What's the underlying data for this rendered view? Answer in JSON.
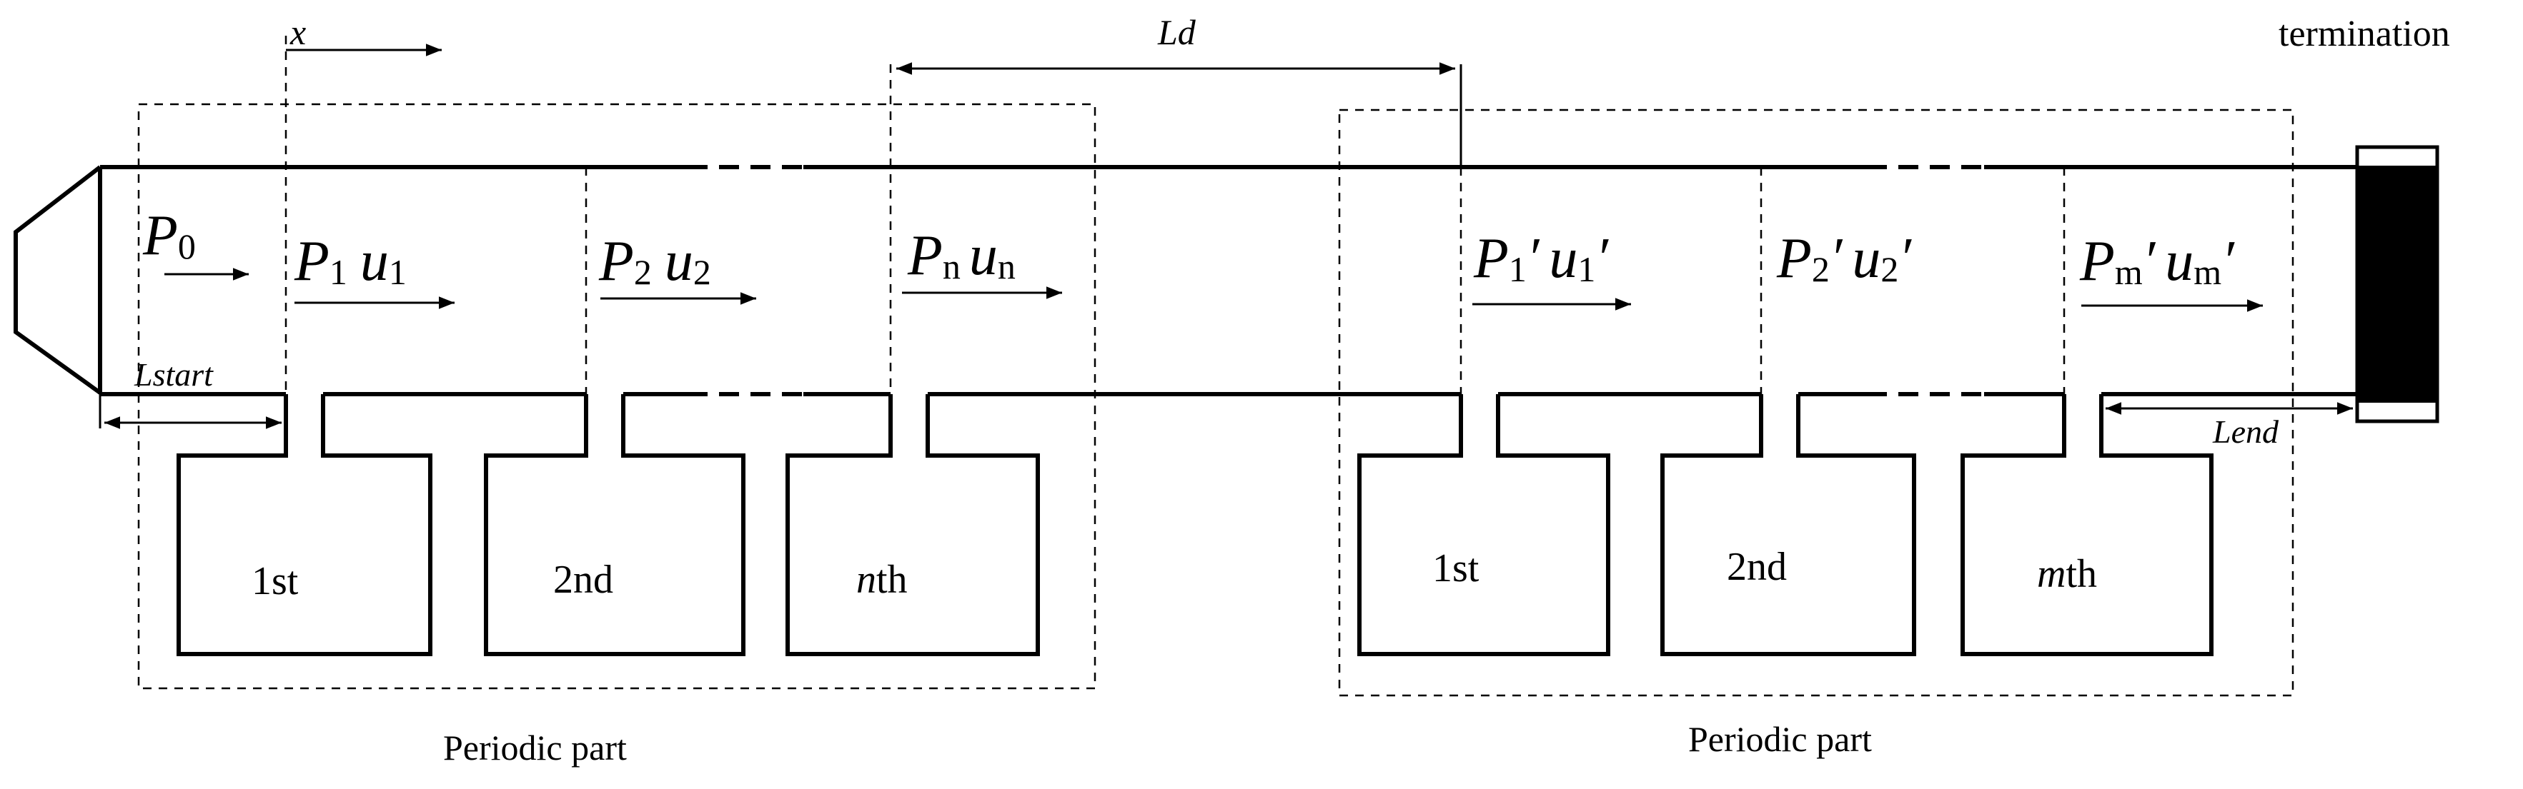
{
  "labels": {
    "x": "x",
    "ld": "Ld",
    "termination": "termination",
    "lstart": "Lstart",
    "lend": "Lend",
    "periodic_part_left": "Periodic part",
    "periodic_part_right": "Periodic part"
  },
  "pressure_labels": {
    "p0": {
      "symbol": "P",
      "sub": "0"
    },
    "p1": {
      "p": "P",
      "p_sub": "1",
      "u": "u",
      "u_sub": "1"
    },
    "p2": {
      "p": "P",
      "p_sub": "2",
      "u": "u",
      "u_sub": "2"
    },
    "pn": {
      "p": "P",
      "p_sub": "n",
      "u": "u",
      "u_sub": "n"
    },
    "p1p": {
      "p": "P",
      "p_sub": "1",
      "prime": "′",
      "u": "u",
      "u_sub": "1",
      "u_prime": "′"
    },
    "p2p": {
      "p": "P",
      "p_sub": "2",
      "prime": "′",
      "u": "u",
      "u_sub": "2",
      "u_prime": "′"
    },
    "pmp": {
      "p": "P",
      "p_sub": "m",
      "prime": "′",
      "u": "u",
      "u_sub": "m",
      "u_prime": "′"
    }
  },
  "cavities": {
    "left": [
      {
        "num": "1",
        "suffix": "st"
      },
      {
        "num": "2",
        "suffix": "nd"
      },
      {
        "num": "n",
        "suffix": "th"
      }
    ],
    "right": [
      {
        "num": "1",
        "suffix": "st"
      },
      {
        "num": "2",
        "suffix": "nd"
      },
      {
        "num": "m",
        "suffix": "th"
      }
    ]
  }
}
